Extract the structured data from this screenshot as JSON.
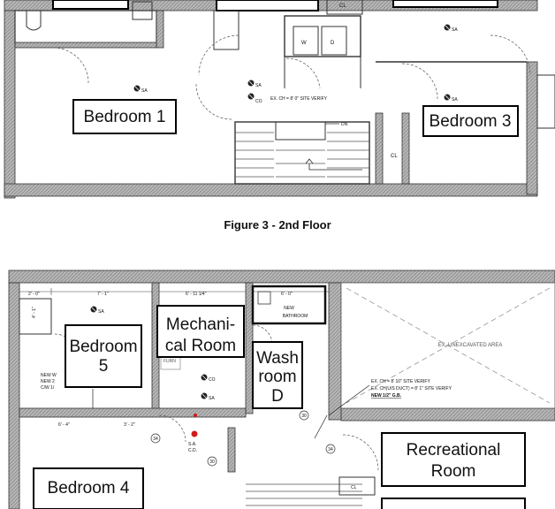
{
  "figure": {
    "caption": "Figure 3 - 2nd Floor"
  },
  "upper_plan": {
    "rooms": {
      "bedroom1": "Bedroom 1",
      "bedroom3": "Bedroom 3"
    },
    "labels": {
      "sa": "SA",
      "co": "CO",
      "cl": "CL",
      "w": "W",
      "d": "D",
      "dn": "DN",
      "ceiling_note": "EX. CH = 8' 0\" SITE VERIFY"
    }
  },
  "lower_plan": {
    "rooms": {
      "bedroom5_line1": "Bedroom",
      "bedroom5_line2": "5",
      "mechanical_line1": "Mechani-",
      "mechanical_line2": "cal Room",
      "wash_line1": "Wash",
      "wash_line2": "room",
      "wash_line3": "D",
      "recreational_line1": "Recreational",
      "recreational_line2": "Room",
      "bedroom4": "Bedroom 4"
    },
    "labels": {
      "dim_2_0": "2' - 0\"",
      "dim_7_1": "7' - 1\"",
      "dim_6_11": "6' - 11 1/4\"",
      "dim_6_0": "6' - 0\"",
      "dim_6_4": "6' - 4\"",
      "dim_3_2": "3' - 2\"",
      "dim_4_1": "4' - 1\"",
      "new_bathroom_line1": "NEW",
      "new_bathroom_line2": "BATHROOM",
      "unexcavated": "EX. UNEXCAVATED AREA",
      "note1": "EX. CH = 8' 10\" SITE VERIFY",
      "note2": "EX. CH(U/S DUCT) = 8' 1\" SITE VERIFY",
      "note3": "NEW 1/2\" G.B.",
      "furn": "FURN",
      "sa": "SA",
      "co": "CO",
      "sa_red": "S.A.",
      "cd_red": "C.D.",
      "cl": "CL",
      "new_w_line1": "NEW W",
      "new_w_line2": "NEW 2",
      "new_w_line3": "C/W 1/",
      "num_34": "34",
      "num_30": "30"
    }
  },
  "colors": {
    "wall": "#3a3a3a",
    "wall_fill": "#9a9a9a",
    "line": "#222222",
    "red": "#d21a1a"
  }
}
